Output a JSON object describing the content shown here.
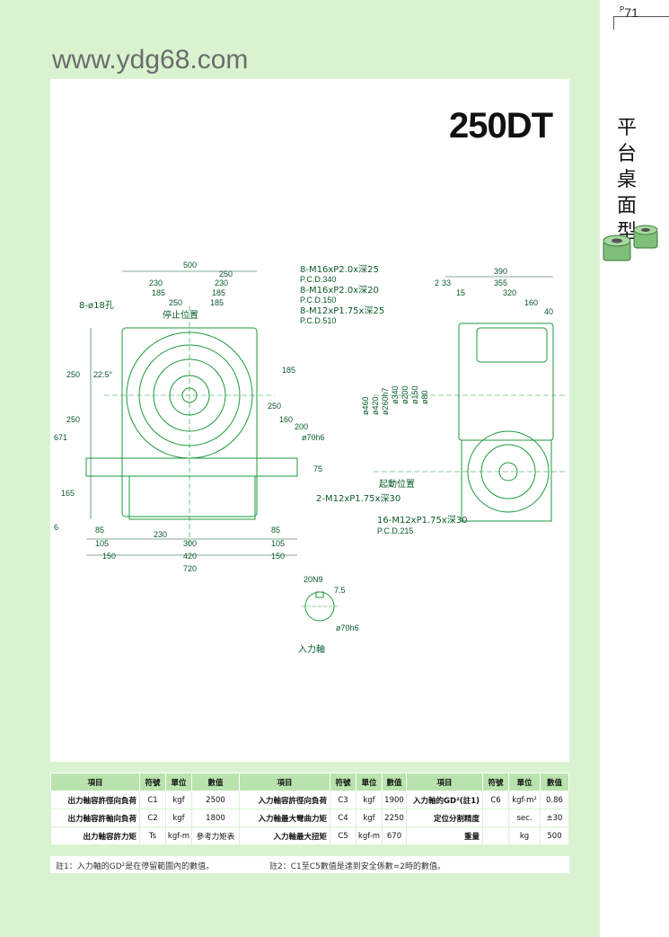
{
  "page": {
    "number": "71",
    "prefix": "P"
  },
  "website": "www.ydg68.com",
  "model": "250DT",
  "side_title": [
    "平",
    "台",
    "桌",
    "面",
    "型"
  ],
  "drawing": {
    "front_dims_top": [
      "500",
      "250",
      "230",
      "230",
      "185",
      "185",
      "250",
      "185"
    ],
    "stop_position": "停止位置",
    "hole_label": "8-ø18孔",
    "angle": "22.5°",
    "left_dims": [
      "250",
      "250",
      "671",
      "165",
      "6"
    ],
    "right_dims": [
      "185",
      "250",
      "160",
      "200",
      "ø70h6",
      "75"
    ],
    "callouts": [
      "8-M16xP2.0x深25",
      "P.C.D.340",
      "8-M16xP2.0x深20",
      "P.C.D.150",
      "8-M12xP1.75x深25",
      "P.C.D.510"
    ],
    "bottom_dims": [
      "85",
      "105",
      "150",
      "230",
      "300",
      "420",
      "720",
      "85",
      "105",
      "150"
    ],
    "tap_label": "2-M12xP1.75x深30",
    "side_dims_top": [
      "390",
      "2",
      "33",
      "355",
      "15",
      "320",
      "160",
      "40"
    ],
    "side_diams": [
      "ø460",
      "ø420",
      "ø260h7",
      "ø340",
      "ø200",
      "ø150",
      "ø80"
    ],
    "start_position": "起動位置",
    "side_tap": [
      "16-M12xP1.75x深30",
      "P.C.D.215"
    ],
    "input_shaft": "入力軸",
    "shaft_dims": [
      "20N9",
      "7.5",
      "ø70h6"
    ]
  },
  "table": {
    "headers": [
      "項目",
      "符號",
      "單位",
      "數值",
      "項目",
      "符號",
      "單位",
      "數值",
      "項目",
      "符號",
      "單位",
      "數值"
    ],
    "rows": [
      [
        "出力軸容許徑向負荷",
        "C1",
        "kgf",
        "2500",
        "入力軸容許徑向負荷",
        "C3",
        "kgf",
        "1900",
        "入力軸的GD²(註1)",
        "C6",
        "kgf-m²",
        "0.86"
      ],
      [
        "出力軸容許軸向負荷",
        "C2",
        "kgf",
        "1800",
        "入力軸最大彎曲力矩",
        "C4",
        "kgf",
        "2250",
        "定位分割精度",
        "",
        "sec.",
        "±30"
      ],
      [
        "出力軸容許力矩",
        "Ts",
        "kgf-m",
        "參考力矩表",
        "入力軸最大扭矩",
        "C5",
        "kgf-m",
        "670",
        "重量",
        "",
        "kg",
        "500"
      ]
    ]
  },
  "notes": {
    "note1": "註1：入力軸的GD²是在停留範圍內的數值。",
    "note2": "註2：C1至C5數值是達到安全係數=2時的數值。"
  }
}
